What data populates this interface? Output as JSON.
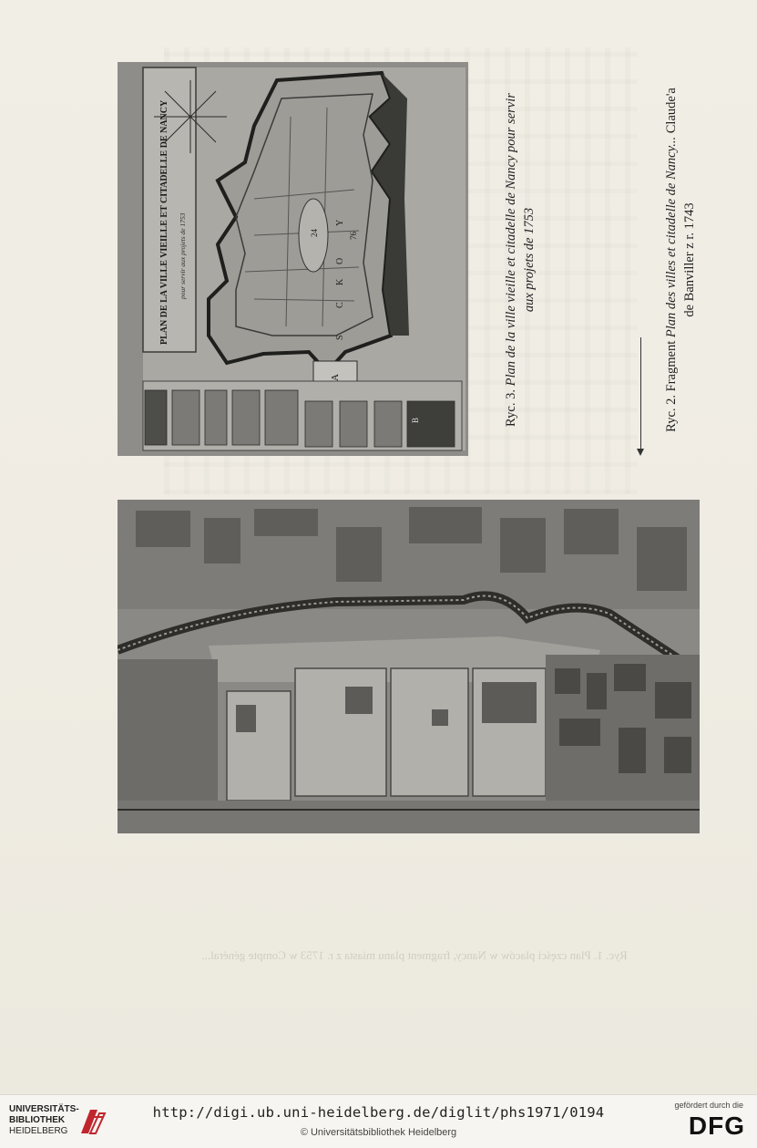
{
  "figure3": {
    "map_title": "PLAN DE LA VILLE VIEILLE ET CITADELLE DE NANCY",
    "map_subtitle": "pour servir aux projets de 1753",
    "numbers": [
      "24",
      "76"
    ],
    "letters": [
      "A",
      "B",
      "C",
      "K",
      "O",
      "S",
      "Y"
    ],
    "caption": {
      "prefix": "Ryc. 3.",
      "line1_italic": "Plan de la ville vieille et citadelle de Nancy pour servir",
      "line2_italic": "aux projets de 1753"
    }
  },
  "figure2": {
    "caption": {
      "prefix": "Ryc. 2. Fragment",
      "title_italic": "Plan des villes et citadelle de Nancy...",
      "suffix": "Claude'a",
      "line2": "de Banviller z r. 1743"
    }
  },
  "bleed_through": "Ryc. 1. Plan części placów w Nancy, fragment planu miasta z r. 1753 w Compte général...",
  "footer": {
    "ub_line1": "UNIVERSITÄTS-",
    "ub_line2": "BIBLIOTHEK",
    "ub_line3": "HEIDELBERG",
    "url": "http://digi.ub.uni-heidelberg.de/diglit/phs1971/0194",
    "copyright": "© Universitätsbibliothek Heidelberg",
    "dfg_label": "gefördert durch die",
    "dfg": "DFG"
  },
  "colors": {
    "paper": "#f1eee5",
    "photo_gray": "#8f8f8b",
    "ub_red": "#c0262d"
  }
}
